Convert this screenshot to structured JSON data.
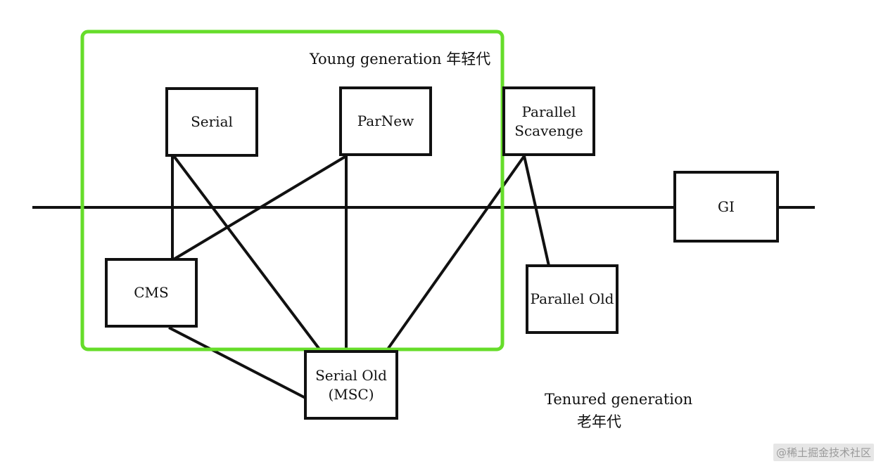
{
  "diagram": {
    "young_generation_label": "Young generation 年轻代",
    "tenured_generation_label_line1": "Tenured generation",
    "tenured_generation_label_line2": "老年代",
    "nodes": {
      "serial": "Serial",
      "parnew": "ParNew",
      "parallel_scavenge_line1": "Parallel",
      "parallel_scavenge_line2": "Scavenge",
      "g1": "GI",
      "cms": "CMS",
      "parallel_old": "Parallel Old",
      "serial_old_line1": "Serial Old",
      "serial_old_line2": "(MSC)"
    },
    "colors": {
      "young_region_border": "#66dd2a",
      "lines": "#111111"
    }
  },
  "watermark": {
    "text": "@稀土掘金技术社区"
  }
}
